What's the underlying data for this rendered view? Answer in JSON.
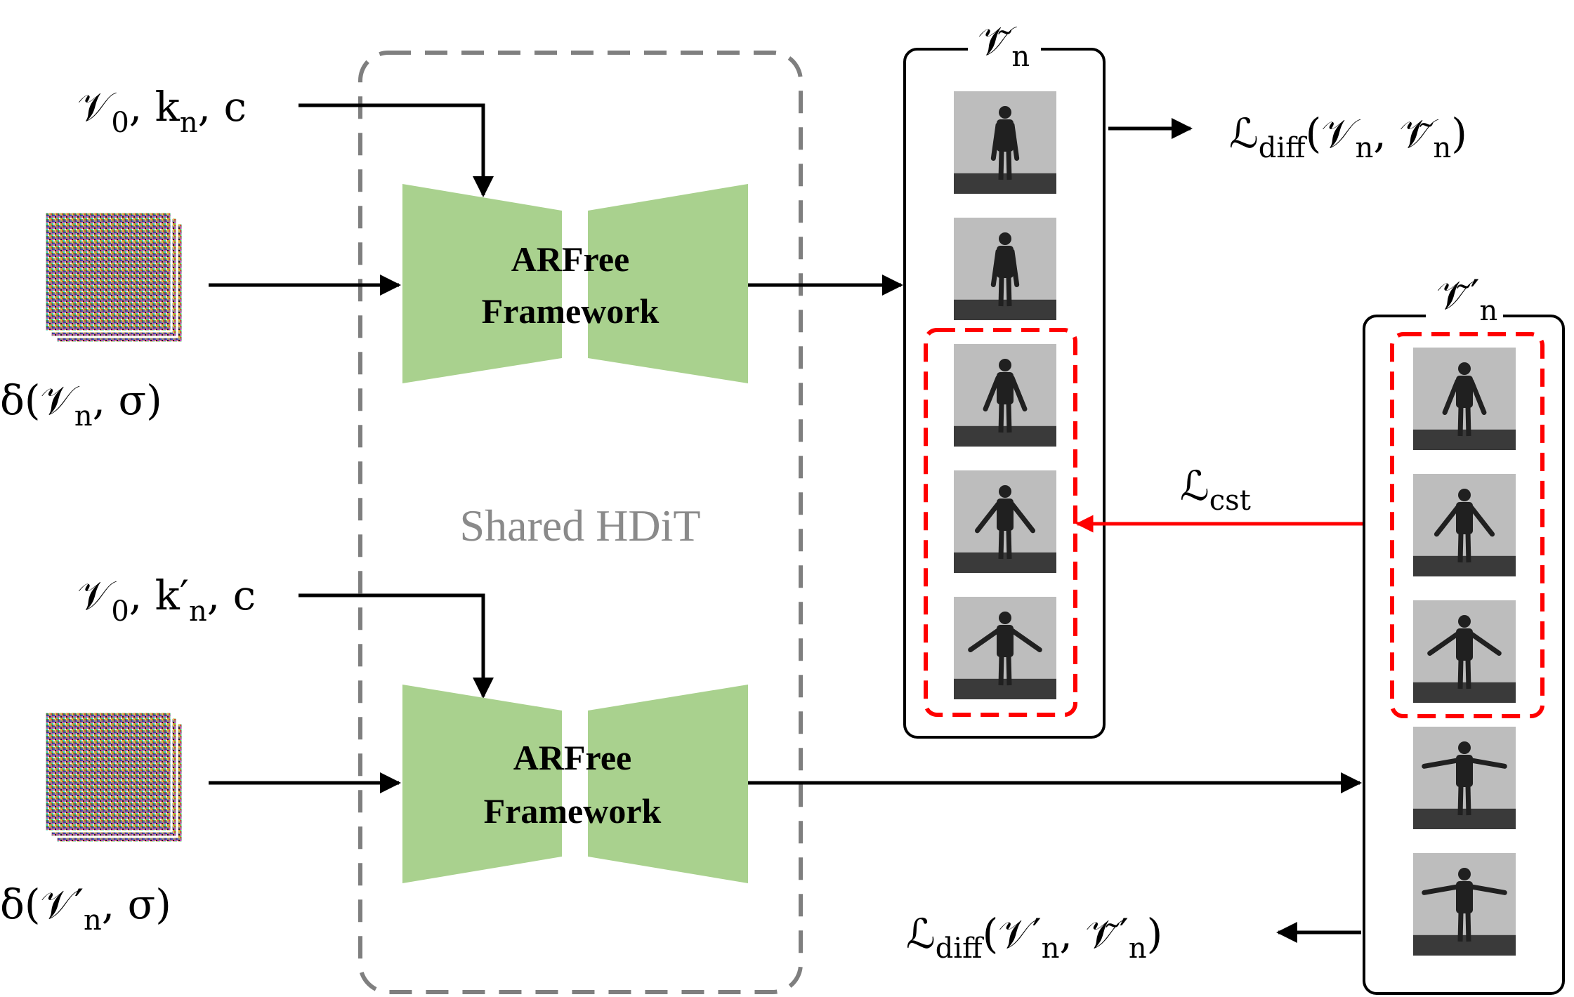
{
  "shared_region": {
    "label": "Shared HDiT"
  },
  "top_branch": {
    "condition": {
      "main": "𝒱",
      "sub0": "0",
      "rest": ", k",
      "sub1": "n",
      "tail": ", c"
    },
    "noise_label": {
      "pre": "δ(𝒱",
      "sub": "n",
      "post": ", σ)"
    },
    "block": {
      "line1": "ARFree",
      "line2": "Framework"
    },
    "output_label": {
      "main": "𝒱̃",
      "sub": "n"
    },
    "loss": {
      "main": "ℒ",
      "sub": "diff",
      "args_pre": "(𝒱",
      "sub_a": "n",
      "mid": ", 𝒱̃",
      "sub_b": "n",
      "close": ")"
    }
  },
  "bottom_branch": {
    "condition": {
      "main": "𝒱",
      "sub0": "0",
      "rest": ", k′",
      "sub1": "n",
      "tail": ", c"
    },
    "noise_label": {
      "pre": "δ(𝒱′",
      "sub": "n",
      "post": ", σ)"
    },
    "block": {
      "line1": "ARFree",
      "line2": "Framework"
    },
    "output_label": {
      "main": "𝒱̃′",
      "sub": "n"
    },
    "loss": {
      "main": "ℒ",
      "sub": "diff",
      "args_pre": "(𝒱′",
      "sub_a": "n",
      "mid": ", 𝒱̃′",
      "sub_b": "n",
      "close": ")"
    }
  },
  "consistency_loss": {
    "main": "ℒ",
    "sub": "cst"
  },
  "colors": {
    "block_fill": "#a9d18e",
    "dashed_region": "#7f7f7f",
    "overlap_highlight": "#ff0000",
    "consistency_arrow": "#ff0000",
    "arrows": "#000000",
    "shared_label": "#8a8a8a"
  },
  "frames": {
    "top_sequence": [
      {
        "pose": "arms-down"
      },
      {
        "pose": "arms-down"
      },
      {
        "pose": "arms-slightly-out"
      },
      {
        "pose": "arms-out"
      },
      {
        "pose": "arms-wide"
      }
    ],
    "bottom_sequence": [
      {
        "pose": "arms-slightly-out"
      },
      {
        "pose": "arms-out"
      },
      {
        "pose": "arms-wide"
      },
      {
        "pose": "arms-horizontal"
      },
      {
        "pose": "arms-horizontal"
      }
    ]
  }
}
